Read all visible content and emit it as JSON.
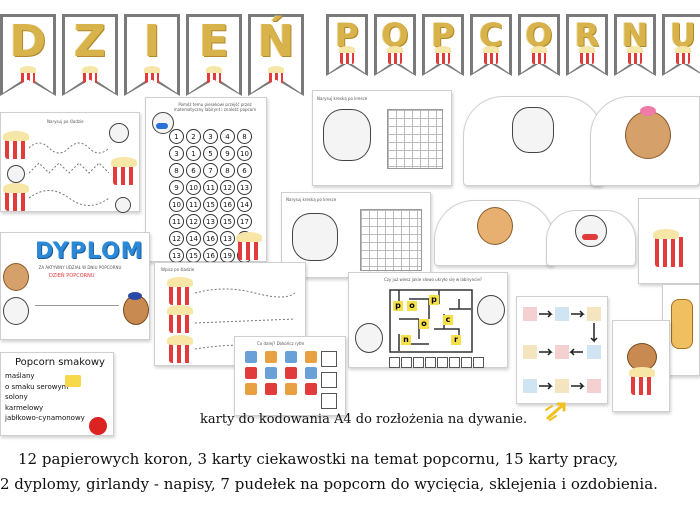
{
  "banner_left_letters": [
    "D",
    "Z",
    "I",
    "E",
    "Ń"
  ],
  "banner_right_letters": [
    "P",
    "O",
    "P",
    "C",
    "O",
    "R",
    "N",
    "U"
  ],
  "worksheet_title_trace": "Narysuj po śladzie",
  "maze_instruction": "Pomóż temu piesekowi przejść przez matematyczny labirynt i znaleźć popcorn",
  "maze_numbers": [
    [
      "1",
      "2",
      "3",
      "4",
      "8"
    ],
    [
      "3",
      "1",
      "5",
      "9",
      "10"
    ],
    [
      "8",
      "6",
      "7",
      "8",
      "6"
    ],
    [
      "9",
      "10",
      "11",
      "12",
      "13"
    ],
    [
      "10",
      "11",
      "15",
      "16",
      "14"
    ],
    [
      "11",
      "12",
      "13",
      "15",
      "17"
    ],
    [
      "12",
      "14",
      "16",
      "13",
      "18"
    ],
    [
      "13",
      "15",
      "16",
      "19",
      "20"
    ]
  ],
  "draw_task_title": "Narysuj kreską po kresce",
  "draw_task_title_2": "Narysuj kreską po kresce",
  "diploma_title": "DYPLOM",
  "diploma_subtitle": "ZA AKTYWNY UDZIAŁ W DNIU POPCORNU",
  "diploma_day": "DZIEŃ POPCORNU",
  "trace_2_title": "Wpisz po śladzie",
  "maze_letters_question": "Czy już wiesz jakie słowo ukryło się w labiryncie?",
  "maze_letters": [
    "p",
    "o",
    "p",
    "c",
    "o",
    "r",
    "n"
  ],
  "pattern_task_title": "Co dalej? Dokończ rytm",
  "card_title": "Popcorn smakowy",
  "card_items": [
    "maślany",
    "o smaku serowym",
    "solony",
    "karmelowy",
    "jabłkowo-cynamonowy"
  ],
  "caption_line_1": "karty do kodowania A4 do rozłożenia na dywanie.",
  "caption_line_2": "12 papierowych koron, 3 karty ciekawostki na temat popcornu, 15 karty pracy,",
  "caption_line_3": "2 dyplomy, girlandy - napisy, 7 pudełek na popcorn do wycięcia, sklejenia i ozdobienia.",
  "colors": {
    "flag_gray": "#7a7a7a",
    "letter_gold": "#d8b24a",
    "popcorn_red": "#e23b3b",
    "diploma_blue": "#2a8ad8",
    "arrow_yellow": "#f0c020"
  }
}
